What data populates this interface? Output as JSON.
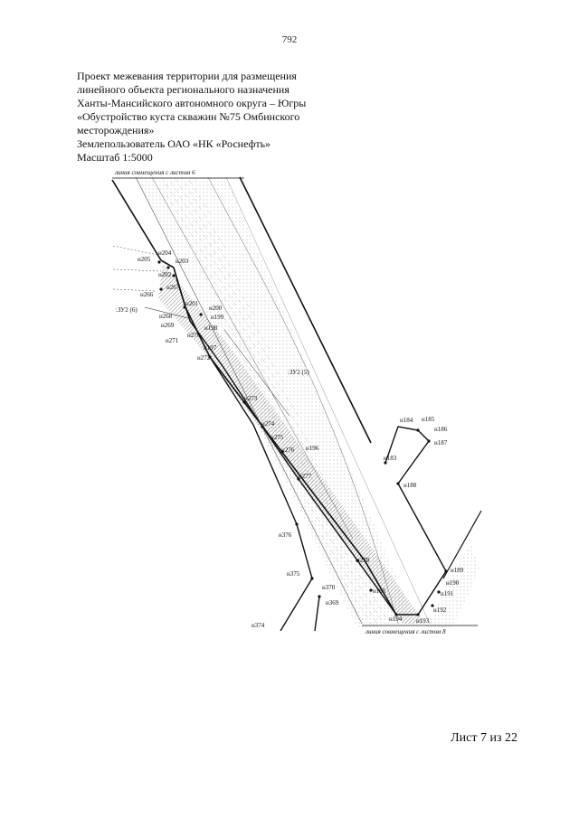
{
  "page_number": "792",
  "header": {
    "lines": [
      "Проект межевания территории для размещения",
      "линейного объекта регионального назначения",
      "Ханты-Мансийского автономного округа – Югры",
      "«Обустройство куста скважин №75 Омбинского",
      "месторождения»",
      "Землепользователь ОАО «НК «Роснефть»",
      "Масштаб 1:5000"
    ]
  },
  "map": {
    "top_match_line": "линия совмещения с листом 6",
    "bottom_match_line": "линия совмещения с листом 8",
    "parcel_labels": [
      ":ЗУ2 (6)",
      ":ЗУ2 (5)"
    ],
    "points": [
      "н205",
      "н204",
      "н203",
      "н202",
      "н267",
      "н266",
      "н201",
      "н200",
      "н268",
      "н199",
      "н269",
      "н198",
      "н270",
      "н271",
      "н197",
      "н272",
      "н273",
      "н274",
      "н275",
      "н276",
      "н196",
      "н277",
      "н184",
      "н185",
      "н186",
      "н187",
      "н183",
      "н188",
      "н376",
      "н375",
      "н370",
      "н369",
      "н374",
      "н278",
      "н195",
      "н194",
      "н193",
      "н192",
      "н191",
      "н190",
      "н189"
    ]
  },
  "footer": {
    "sheet": "Лист 7 из 22"
  }
}
